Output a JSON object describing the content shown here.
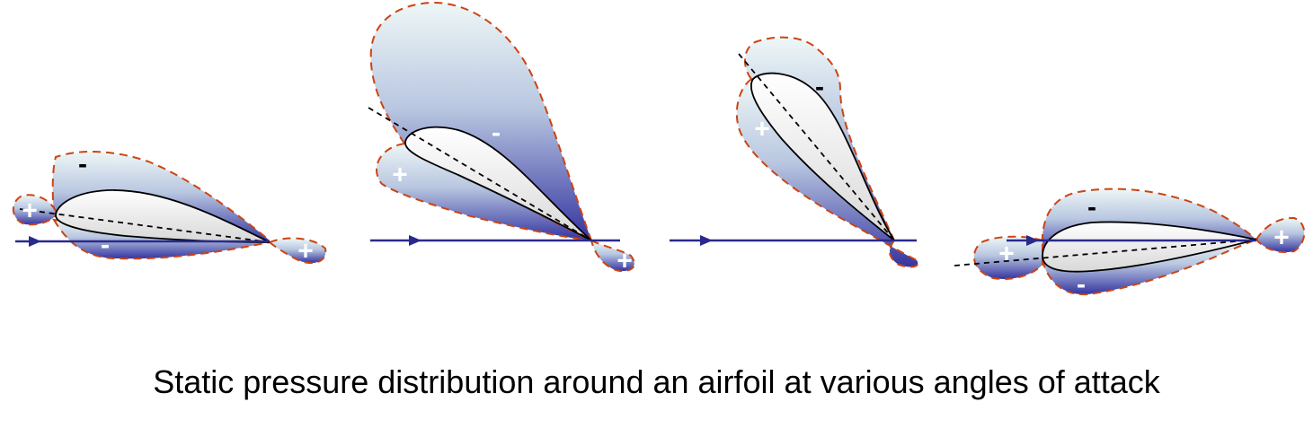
{
  "caption": "Static pressure distribution around an airfoil at various angles of attack",
  "colors": {
    "envelope_stroke": "#cc4411",
    "pressure_gradient_top": "#e8f4f4",
    "pressure_gradient_bottom": "#3a3aa0",
    "flow_arrow": "#2a2a8c"
  },
  "panels": [
    {
      "signs": [
        {
          "text": "-",
          "tone": "dark"
        },
        {
          "text": "+",
          "tone": "light"
        },
        {
          "text": "-",
          "tone": "light"
        },
        {
          "text": "+",
          "tone": "light"
        }
      ]
    },
    {
      "signs": [
        {
          "text": "-",
          "tone": "light"
        },
        {
          "text": "+",
          "tone": "light"
        },
        {
          "text": "+",
          "tone": "light"
        }
      ]
    },
    {
      "signs": [
        {
          "text": "-",
          "tone": "dark"
        },
        {
          "text": "+",
          "tone": "light"
        }
      ]
    },
    {
      "signs": [
        {
          "text": "-",
          "tone": "dark"
        },
        {
          "text": "+",
          "tone": "light"
        },
        {
          "text": "-",
          "tone": "light"
        },
        {
          "text": "+",
          "tone": "light"
        }
      ]
    }
  ]
}
